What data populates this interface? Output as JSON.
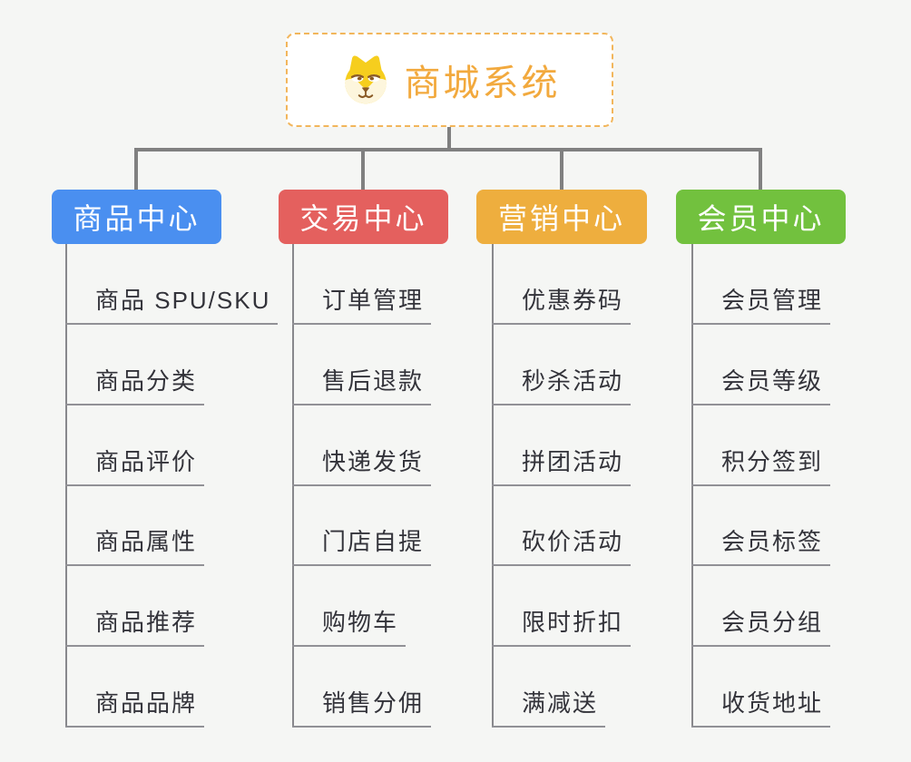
{
  "root": {
    "title": "商城系统",
    "icon": "dog-face-icon",
    "title_color": "#f2a93d",
    "border_color": "#f2b65c"
  },
  "connector_color": "#808080",
  "branches": [
    {
      "label": "商品中心",
      "color": "#4a8ff0",
      "items": [
        "商品 SPU/SKU",
        "商品分类",
        "商品评价",
        "商品属性",
        "商品推荐",
        "商品品牌"
      ]
    },
    {
      "label": "交易中心",
      "color": "#e4605e",
      "items": [
        "订单管理",
        "售后退款",
        "快递发货",
        "门店自提",
        "购物车",
        "销售分佣"
      ]
    },
    {
      "label": "营销中心",
      "color": "#eeae3e",
      "items": [
        "优惠券码",
        "秒杀活动",
        "拼团活动",
        "砍价活动",
        "限时折扣",
        "满减送"
      ]
    },
    {
      "label": "会员中心",
      "color": "#72c13e",
      "items": [
        "会员管理",
        "会员等级",
        "积分签到",
        "会员标签",
        "会员分组",
        "收货地址"
      ]
    }
  ]
}
